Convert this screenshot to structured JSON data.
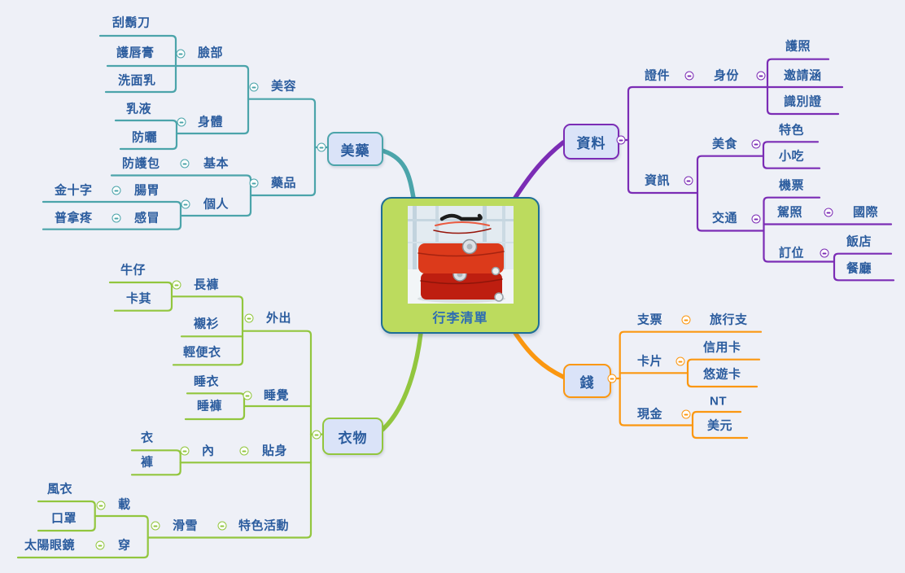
{
  "app": {
    "background": "#EEF0F7"
  },
  "colors": {
    "meds_branch": "#4BA4AA",
    "docs_branch": "#7B2CB5",
    "money_branch": "#FB9710",
    "clothes_branch": "#92C63E",
    "topic_text": "#2B5C9E",
    "node_fill": "#DAE3F8",
    "central_fill": "#BCDB5E",
    "central_border": "#1E6E96"
  },
  "icons": {
    "collapse": "minus-circle"
  },
  "central": {
    "label": "行李清單",
    "image": "red-luggage-stack-photo"
  },
  "meds": {
    "label": "美藥",
    "beauty": {
      "label": "美容",
      "face": {
        "label": "臉部",
        "razor": "刮鬍刀",
        "lipbalm": "護唇膏",
        "cleanser": "洗面乳"
      },
      "body": {
        "label": "身體",
        "lotion": "乳液",
        "sunscreen": "防曬"
      }
    },
    "medicine": {
      "label": "藥品",
      "basic": {
        "label": "基本",
        "firstaid": "防護包"
      },
      "personal": {
        "label": "個人",
        "stomach": {
          "label": "腸胃",
          "brand": "金十字"
        },
        "cold": {
          "label": "感冒",
          "brand": "普拿疼"
        }
      }
    }
  },
  "docs": {
    "label": "資料",
    "certificates": {
      "label": "證件",
      "identity": {
        "label": "身份",
        "passport": "護照",
        "invitation": "邀請涵",
        "idbadge": "識別證"
      }
    },
    "info": {
      "label": "資訊",
      "food": {
        "label": "美食",
        "specialty": "特色",
        "snacks": "小吃"
      },
      "transport": {
        "label": "交通",
        "ticket": "機票",
        "license": {
          "label": "駕照",
          "international": "國際"
        },
        "booking": {
          "label": "訂位",
          "hotel": "飯店",
          "restaurant": "餐廳"
        }
      }
    }
  },
  "money": {
    "label": "錢",
    "cheque": {
      "label": "支票",
      "travelers": "旅行支"
    },
    "cards": {
      "label": "卡片",
      "credit": "信用卡",
      "easycard": "悠遊卡"
    },
    "cash": {
      "label": "現金",
      "nt": "NT",
      "usd": "美元"
    }
  },
  "clothes": {
    "label": "衣物",
    "outing": {
      "label": "外出",
      "pants": {
        "label": "長褲",
        "jeans": "牛仔",
        "khaki": "卡其"
      },
      "shirt": "襯衫",
      "casual": "輕便衣"
    },
    "sleep": {
      "label": "睡覺",
      "top": "睡衣",
      "bottom": "睡褲"
    },
    "intimate": {
      "label": "貼身",
      "inner": {
        "label": "內",
        "tops": "衣",
        "bottoms": "褲"
      }
    },
    "special": {
      "label": "特色活動",
      "ski": {
        "label": "滑雪",
        "wear_on": {
          "label": "載",
          "windbreaker": "風衣",
          "mask": "口罩"
        },
        "wear": {
          "label": "穿",
          "sunglasses": "太陽眼鏡"
        }
      }
    }
  }
}
